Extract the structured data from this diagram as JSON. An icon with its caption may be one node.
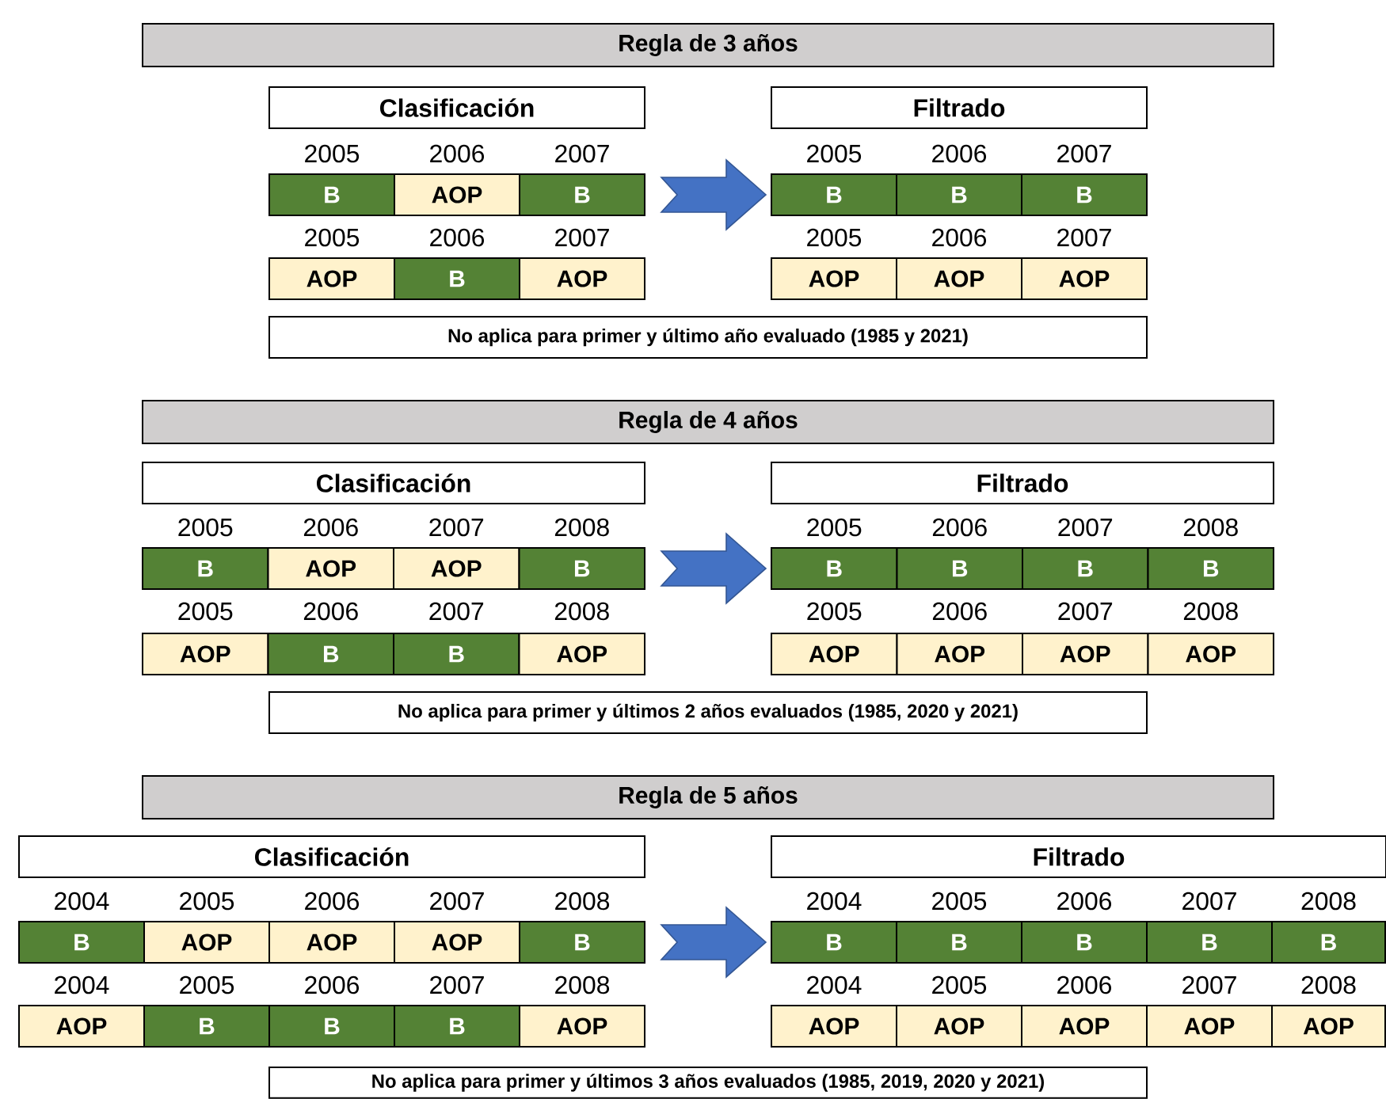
{
  "diagram": {
    "nodes": [
      {
        "text": [
          "Regla de 3 años"
        ]
      },
      {
        "text": [
          "Clasificación"
        ]
      },
      {
        "text": [
          "Filtrado"
        ]
      },
      {
        "text": [
          "B"
        ]
      },
      {
        "text": [
          "AOP"
        ]
      },
      {
        "text": [
          "B"
        ]
      },
      {
        "text": [
          "B"
        ]
      },
      {
        "text": [
          "B"
        ]
      },
      {
        "text": [
          "B"
        ]
      },
      {
        "text": [
          "AOP"
        ]
      },
      {
        "text": [
          "B"
        ]
      },
      {
        "text": [
          "AOP"
        ]
      },
      {
        "text": [
          "AOP"
        ]
      },
      {
        "text": [
          "AOP"
        ]
      },
      {
        "text": [
          "AOP"
        ]
      },
      {
        "text": [
          "No aplica para primer y último año evaluado (1985 y 2021)"
        ]
      },
      {
        "text": [
          "Regla de 4 años"
        ]
      },
      {
        "text": [
          "Clasificación"
        ]
      },
      {
        "text": [
          "Filtrado"
        ]
      },
      {
        "text": [
          "B"
        ]
      },
      {
        "text": [
          "AOP"
        ]
      },
      {
        "text": [
          "AOP"
        ]
      },
      {
        "text": [
          "B"
        ]
      },
      {
        "text": [
          "B"
        ]
      },
      {
        "text": [
          "B"
        ]
      },
      {
        "text": [
          "B"
        ]
      },
      {
        "text": [
          "B"
        ]
      },
      {
        "text": [
          "AOP"
        ]
      },
      {
        "text": [
          "B"
        ]
      },
      {
        "text": [
          "B"
        ]
      },
      {
        "text": [
          "AOP"
        ]
      },
      {
        "text": [
          "AOP"
        ]
      },
      {
        "text": [
          "AOP"
        ]
      },
      {
        "text": [
          "AOP"
        ]
      },
      {
        "text": [
          "AOP"
        ]
      },
      {
        "text": [
          "No aplica para primer y últimos 2 años evaluados (1985, 2020 y 2021)"
        ]
      },
      {
        "text": [
          "Regla de 5 años"
        ]
      },
      {
        "text": [
          "Clasificación"
        ]
      },
      {
        "text": [
          "Filtrado"
        ]
      },
      {
        "text": [
          "B"
        ]
      },
      {
        "text": [
          "AOP"
        ]
      },
      {
        "text": [
          "AOP"
        ]
      },
      {
        "text": [
          "AOP"
        ]
      },
      {
        "text": [
          "B"
        ]
      },
      {
        "text": [
          "B"
        ]
      },
      {
        "text": [
          "B"
        ]
      },
      {
        "text": [
          "B"
        ]
      },
      {
        "text": [
          "B"
        ]
      },
      {
        "text": [
          "B"
        ]
      },
      {
        "text": [
          "AOP"
        ]
      },
      {
        "text": [
          "B"
        ]
      },
      {
        "text": [
          "B"
        ]
      },
      {
        "text": [
          "B"
        ]
      },
      {
        "text": [
          "AOP"
        ]
      },
      {
        "text": [
          "AOP"
        ]
      },
      {
        "text": [
          "AOP"
        ]
      },
      {
        "text": [
          "AOP"
        ]
      },
      {
        "text": [
          "AOP"
        ]
      },
      {
        "text": [
          "AOP"
        ]
      },
      {
        "text": [
          "No aplica para primer y últimos 3 años evaluados (1985, 2019, 2020 y 2021)"
        ]
      }
    ],
    "edges": [
      {
        "from": 5,
        "to": 6,
        "arrow": "to",
        "color": "#4472c4"
      },
      {
        "from": 22,
        "to": 23,
        "arrow": "to",
        "color": "#4472c4"
      },
      {
        "from": 43,
        "to": 44,
        "arrow": "to",
        "color": "#4472c4"
      }
    ],
    "labels": [
      "2005",
      "2006",
      "2007",
      "2005",
      "2006",
      "2007",
      "2005",
      "2006",
      "2007",
      "2005",
      "2006",
      "2007",
      "2005",
      "2006",
      "2007",
      "2008",
      "2005",
      "2006",
      "2007",
      "2008",
      "2005",
      "2006",
      "2007",
      "2008",
      "2005",
      "2006",
      "2007",
      "2008",
      "2004",
      "2005",
      "2006",
      "2007",
      "2008",
      "2004",
      "2005",
      "2006",
      "2007",
      "2008",
      "2004",
      "2005",
      "2006",
      "2007",
      "2008",
      "2004",
      "2005",
      "2006",
      "2007",
      "2008"
    ]
  }
}
